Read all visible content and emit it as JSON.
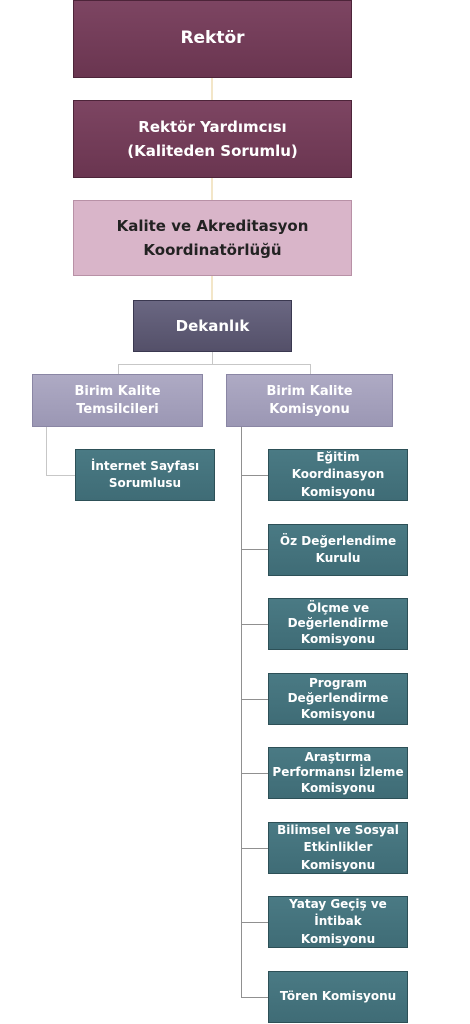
{
  "chart": {
    "rektor": "Rektör",
    "rektor_yardimcisi": "Rektör Yardımcısı\n(Kaliteden Sorumlu)",
    "kalite_koordinatorlugu": "Kalite ve Akreditasyon\nKoordinatörlüğü",
    "dekanlik": "Dekanlık",
    "birim_kalite_temsilcileri": "Birim Kalite\nTemsilcileri",
    "birim_kalite_komisyonu": "Birim Kalite\nKomisyonu",
    "internet_sayfasi": "İnternet Sayfası\nSorumlusu",
    "commissions": [
      "Eğitim Koordinasyon\nKomisyonu",
      "Öz Değerlendime\nKurulu",
      "Ölçme ve\nDeğerlendirme\nKomisyonu",
      "Program\nDeğerlendirme\nKomisyonu",
      "Araştırma\nPerformansı İzleme\nKomisyonu",
      "Bilimsel ve Sosyal\nEtkinlikler Komisyonu",
      "Yatay Geçiş ve İntibak\nKomisyonu",
      "Tören Komisyonu"
    ]
  }
}
